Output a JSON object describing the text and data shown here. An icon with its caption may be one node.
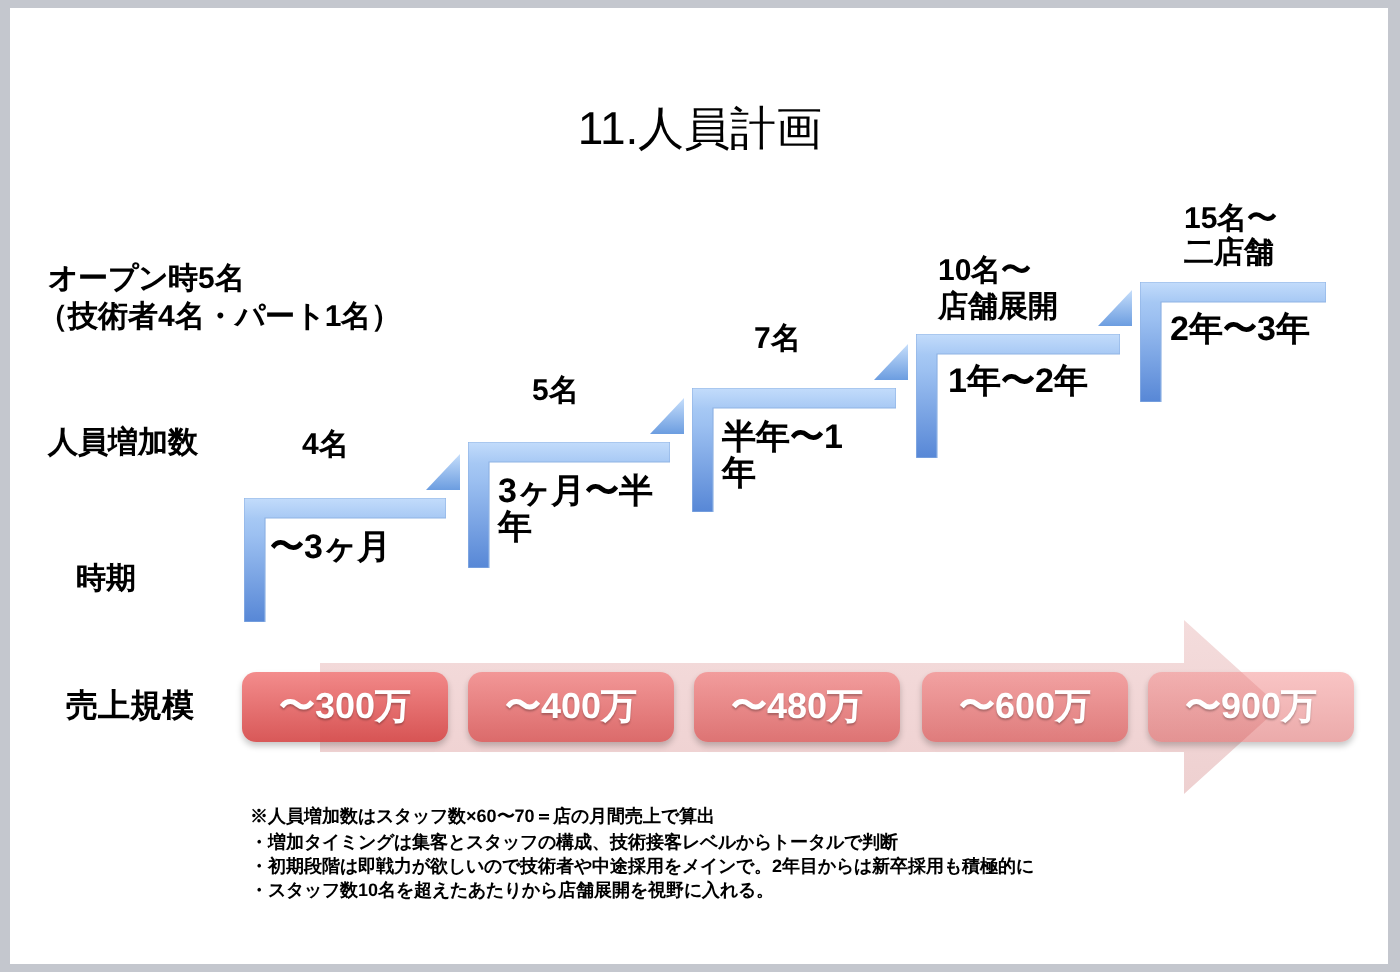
{
  "diagram": {
    "title": "11.人員計画",
    "nodes": [
      {
        "text": [
          "〜3ヶ月"
        ],
        "beside": [
          "4名"
        ]
      },
      {
        "text": [
          "3ヶ月〜半年"
        ],
        "beside": [
          "5名"
        ]
      },
      {
        "text": [
          "半年〜1年"
        ],
        "beside": [
          "7名"
        ]
      },
      {
        "text": [
          "1年〜2年"
        ],
        "beside": [
          "10名〜",
          "店舗展開"
        ]
      },
      {
        "text": [
          "2年〜3年"
        ],
        "beside": [
          "15名〜",
          "二店舗"
        ]
      },
      {
        "text": [
          "〜300万"
        ]
      },
      {
        "text": [
          "〜400万"
        ]
      },
      {
        "text": [
          "〜480万"
        ]
      },
      {
        "text": [
          "〜600万"
        ]
      },
      {
        "text": [
          "〜900万"
        ]
      }
    ],
    "edges": [
      {
        "from": 1,
        "to": 0,
        "arrow": "to"
      },
      {
        "from": 2,
        "to": 1,
        "arrow": "to"
      },
      {
        "from": 3,
        "to": 2,
        "arrow": "to"
      },
      {
        "from": 4,
        "to": 3,
        "arrow": "to"
      }
    ],
    "labels": [
      "オープン時5名",
      "（技術者4名・パート1名）",
      "人員増加数",
      "時期",
      "売上規模",
      "※人員増加数はスタッフ数×60〜70＝店の月間売上で算出",
      "・増加タイミングは集客とスタッフの構成、技術接客レベルからトータルで判断",
      "・初期段階は即戦力が欲しいので技術者や中途採用をメインで。2年目からは新卒採用も積極的に",
      "・スタッフ数10名を超えたあたりから店舗展開を視野に入れる。"
    ]
  }
}
